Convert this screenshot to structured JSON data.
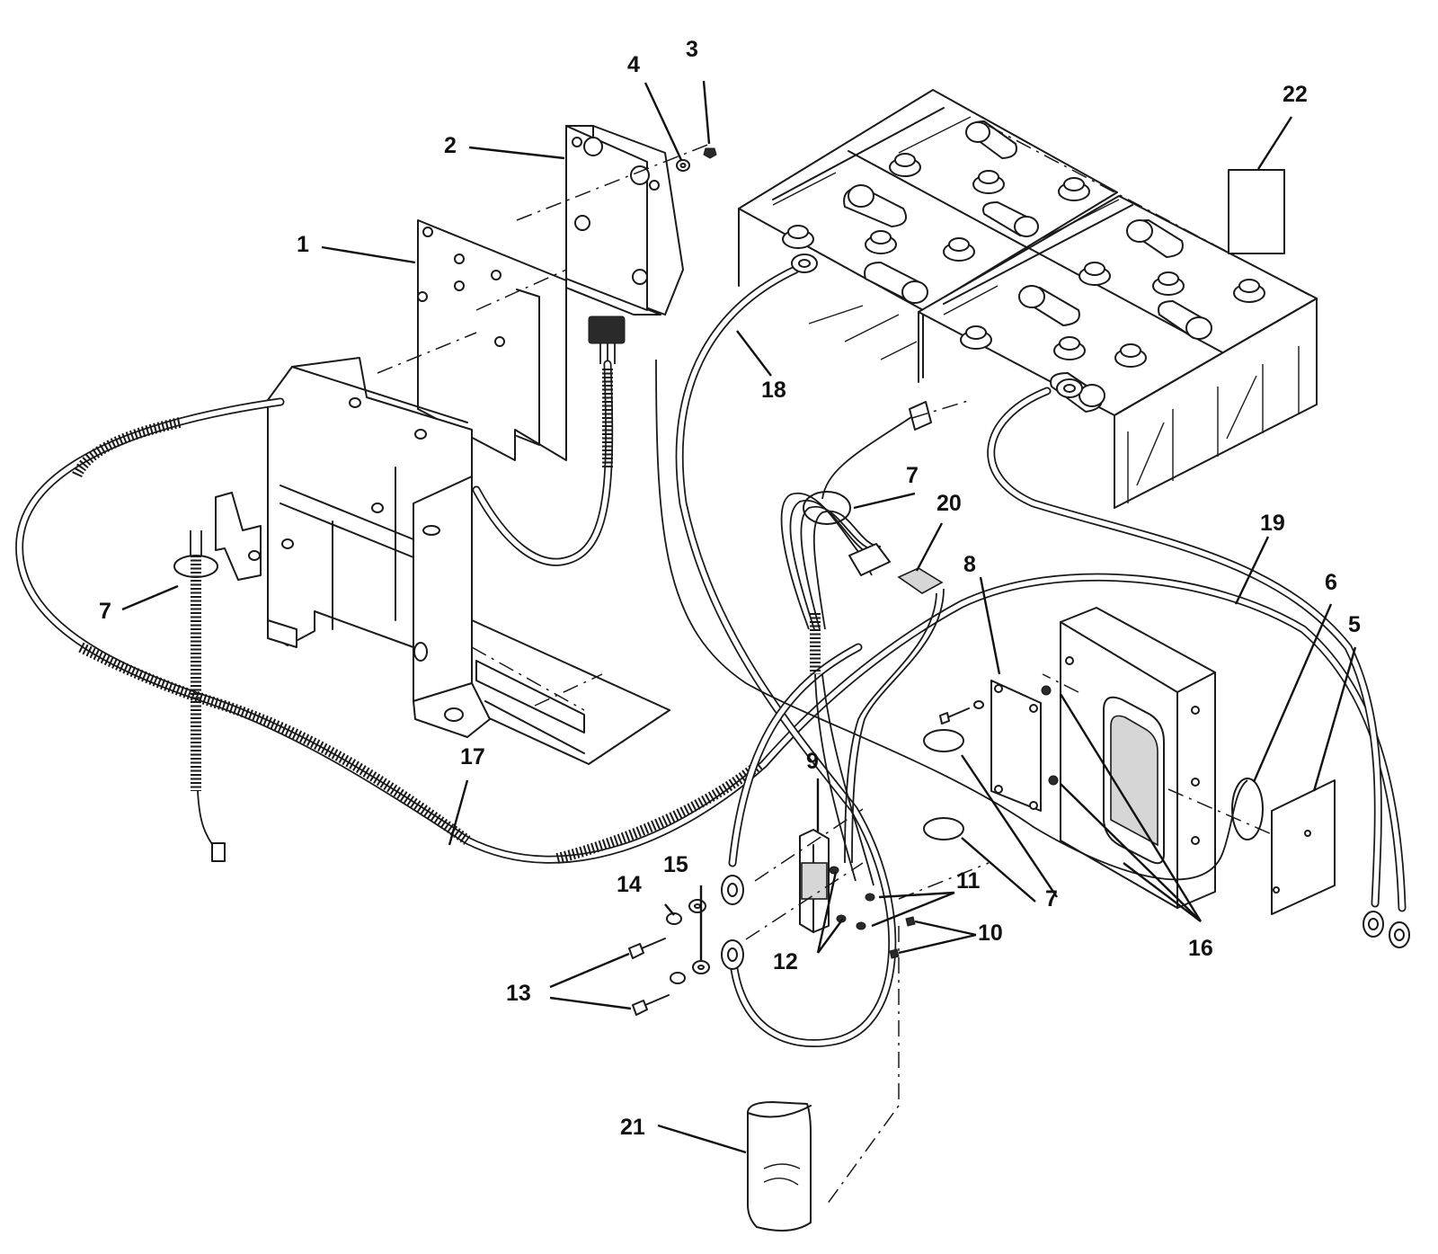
{
  "callouts": [
    {
      "label": "1"
    },
    {
      "label": "2"
    },
    {
      "label": "3"
    },
    {
      "label": "4"
    },
    {
      "label": "5"
    },
    {
      "label": "6"
    },
    {
      "label": "7"
    },
    {
      "label": "7"
    },
    {
      "label": "7"
    },
    {
      "label": "7"
    },
    {
      "label": "8"
    },
    {
      "label": "9"
    },
    {
      "label": "10"
    },
    {
      "label": "11"
    },
    {
      "label": "12"
    },
    {
      "label": "13"
    },
    {
      "label": "14"
    },
    {
      "label": "15"
    },
    {
      "label": "16"
    },
    {
      "label": "17"
    },
    {
      "label": "18"
    },
    {
      "label": "19"
    },
    {
      "label": "20"
    },
    {
      "label": "21"
    },
    {
      "label": "22"
    }
  ]
}
